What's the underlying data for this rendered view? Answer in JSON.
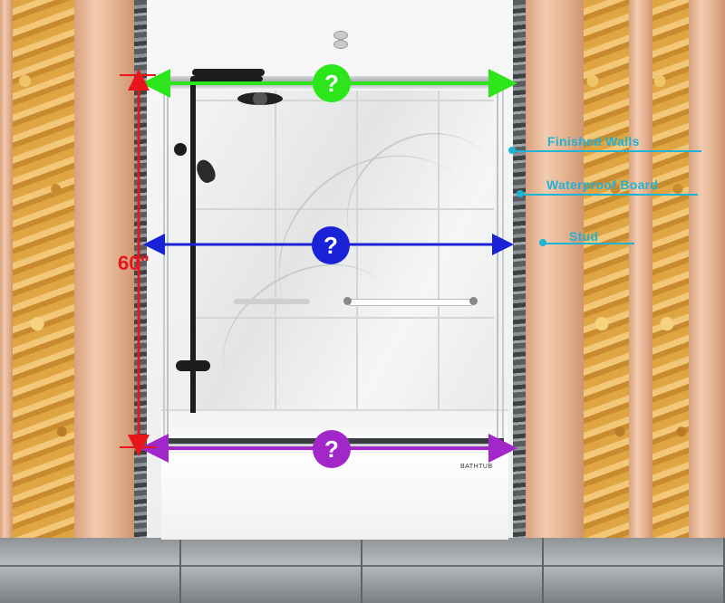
{
  "colors": {
    "top_arrow": "#2ce51a",
    "middle_arrow": "#1a22d6",
    "bottom_arrow": "#a227c9",
    "height_arrow": "#e8161b",
    "callout_text": "#1fb3d6"
  },
  "dimensions": {
    "top_width": {
      "symbol": "?"
    },
    "middle_width": {
      "symbol": "?"
    },
    "bottom_width": {
      "symbol": "?"
    },
    "height": {
      "value": "60\""
    }
  },
  "callouts": {
    "finished_walls": "Finished Walls",
    "waterproof_board": "Waterproof Board",
    "stud": "Stud"
  },
  "tub_label": "BATHTUB"
}
